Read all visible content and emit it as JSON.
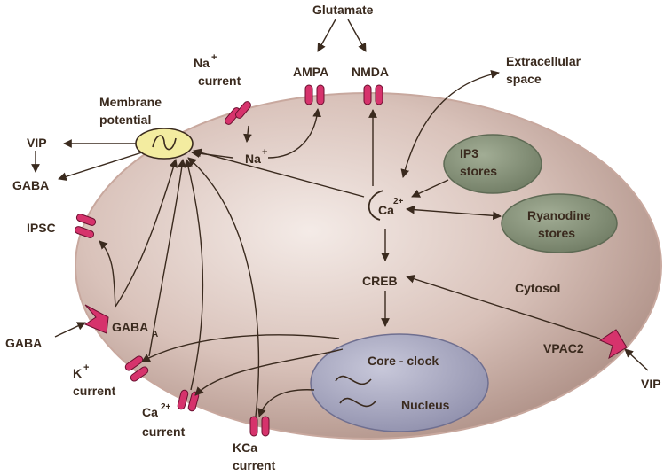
{
  "labels": {
    "glutamate": "Glutamate",
    "ampa": "AMPA",
    "nmda": "NMDA",
    "na_plus": "Na",
    "na_current": "current",
    "membrane_potential_1": "Membrane",
    "membrane_potential_2": "potential",
    "vip_left": "VIP",
    "gaba_left": "GABA",
    "ipsc": "IPSC",
    "gaba_bottom": "GABA",
    "gaba_a": "GABA",
    "gaba_a_sub": "A",
    "k": "K",
    "k_current": "current",
    "ca": "Ca",
    "ca_current": "current",
    "kca": "KCa",
    "kca_current": "current",
    "extracellular_1": "Extracellular",
    "extracellular_2": "space",
    "ip3_1": "IP3",
    "ip3_2": "stores",
    "ryanodine_1": "Ryanodine",
    "ryanodine_2": "stores",
    "ca_center": "Ca",
    "ca_center_sup": "2+",
    "plus": "+",
    "two_plus": "2+",
    "creb": "CREB",
    "cytosol": "Cytosol",
    "vpac2": "VPAC2",
    "vip_right": "VIP",
    "core_clock": "Core - clock",
    "nucleus": "Nucleus"
  },
  "colors": {
    "cell": "#c9ada4",
    "nucleus": "#a9a9c2",
    "stores": "#7d8a70",
    "channel": "#d6336c",
    "membrane_node": "#f3eca0",
    "text": "#3a2a1e"
  }
}
